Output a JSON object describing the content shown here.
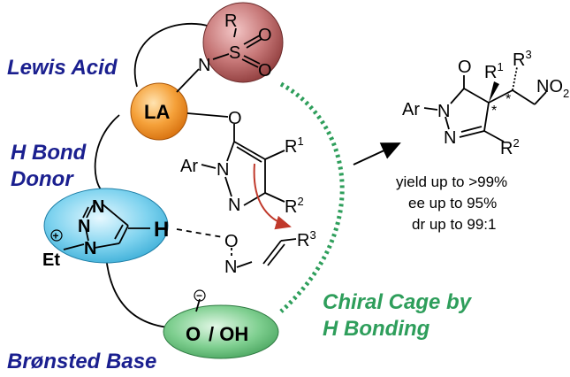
{
  "roles": {
    "lewis_acid": "Lewis Acid",
    "h_bond_line1": "H Bond",
    "h_bond_line2": "Donor",
    "bronsted": "Brønsted Base"
  },
  "cage": {
    "line1": "Chiral Cage by",
    "line2": "H Bonding"
  },
  "catalyst": {
    "sulfonyl_r": "R",
    "sulfonyl_s": "S",
    "sulfonyl_o1": "O",
    "sulfonyl_o2": "O",
    "sulfonyl_n": "N",
    "la_label": "LA",
    "triazole_n1": "N",
    "triazole_n2": "N",
    "triazole_n3": "N",
    "triazole_h": "H",
    "ethyl": "Et",
    "plus": "+",
    "base_o": "O",
    "base_minus": "−",
    "base_oh": "/ OH"
  },
  "substrate": {
    "o": "O",
    "ar": "Ar",
    "n1": "N",
    "n2": "N",
    "r1": "R",
    "r1_sup": "1",
    "r2": "R",
    "r2_sup": "2"
  },
  "nitroalkene": {
    "o": "O",
    "n": "N",
    "r3": "R",
    "r3_sup": "3"
  },
  "product": {
    "o": "O",
    "ar": "Ar",
    "n1": "N",
    "n2": "N",
    "r1": "R",
    "r1_sup": "1",
    "r2": "R",
    "r2_sup": "2",
    "r3": "R",
    "r3_sup": "3",
    "no2": "NO",
    "no2_sub": "2",
    "star1": "*",
    "star2": "*"
  },
  "results": {
    "yield": "yield up to >99%",
    "ee": "ee up to 95%",
    "dr": "dr up to 99:1"
  },
  "colors": {
    "role_text": "#1a1f8f",
    "cage": "#2e9e5b",
    "arrow": "#c0392b"
  }
}
